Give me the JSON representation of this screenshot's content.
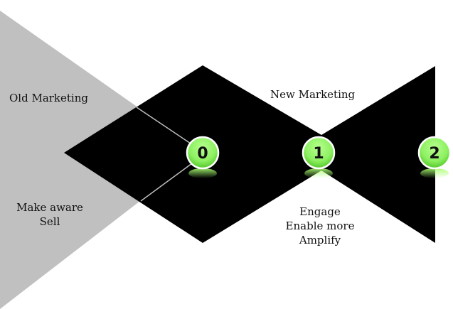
{
  "old_marketing": {
    "title": "Old Marketing",
    "actions": [
      "Make aware",
      "Sell"
    ]
  },
  "new_marketing": {
    "title": "New Marketing",
    "actions": [
      "Engage",
      "Enable more",
      "Amplify"
    ]
  },
  "nodes": [
    {
      "label": "0"
    },
    {
      "label": "1"
    },
    {
      "label": "2"
    }
  ],
  "colors": {
    "old_region": "#c0c0c0",
    "new_region": "#000000",
    "node_fill": "#8cf060",
    "node_border": "#ffffff"
  }
}
